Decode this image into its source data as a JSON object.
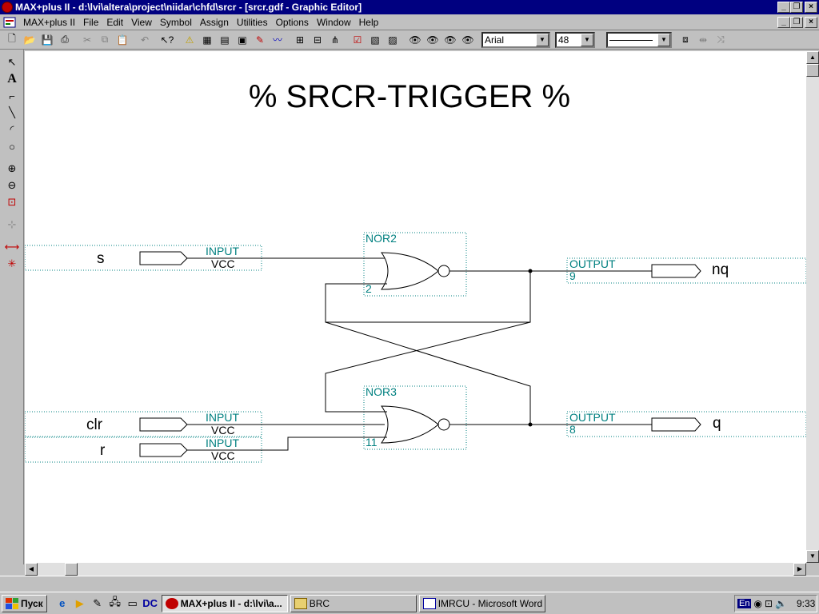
{
  "window": {
    "title": "MAX+plus II - d:\\lvi\\altera\\project\\niidar\\chfd\\srcr - [srcr.gdf - Graphic Editor]"
  },
  "menu": {
    "items": [
      "MAX+plus II",
      "File",
      "Edit",
      "View",
      "Symbol",
      "Assign",
      "Utilities",
      "Options",
      "Window",
      "Help"
    ]
  },
  "toolbar": {
    "font_name": "Arial",
    "font_size": "48"
  },
  "diagram": {
    "title": "% SRCR-TRIGGER %",
    "inputs": [
      {
        "pin": "s",
        "kind": "INPUT",
        "value": "VCC"
      },
      {
        "pin": "clr",
        "kind": "INPUT",
        "value": "VCC"
      },
      {
        "pin": "r",
        "kind": "INPUT",
        "value": "VCC"
      }
    ],
    "gates": [
      {
        "name": "NOR2",
        "number": "2"
      },
      {
        "name": "NOR3",
        "number": "11"
      }
    ],
    "outputs": [
      {
        "pin": "nq",
        "kind": "OUTPUT",
        "number": "9"
      },
      {
        "pin": "q",
        "kind": "OUTPUT",
        "number": "8"
      }
    ]
  },
  "taskbar": {
    "start_label": "Пуск",
    "tasks": [
      "MAX+plus II - d:\\lvi\\a...",
      "BRC",
      "IMRCU - Microsoft Word"
    ],
    "lang": "En",
    "clock": "9:33"
  },
  "colors": {
    "titlebar": "#000080",
    "chrome": "#c0c0c0",
    "symbol_text": "#008080",
    "canvas": "#ffffff"
  }
}
